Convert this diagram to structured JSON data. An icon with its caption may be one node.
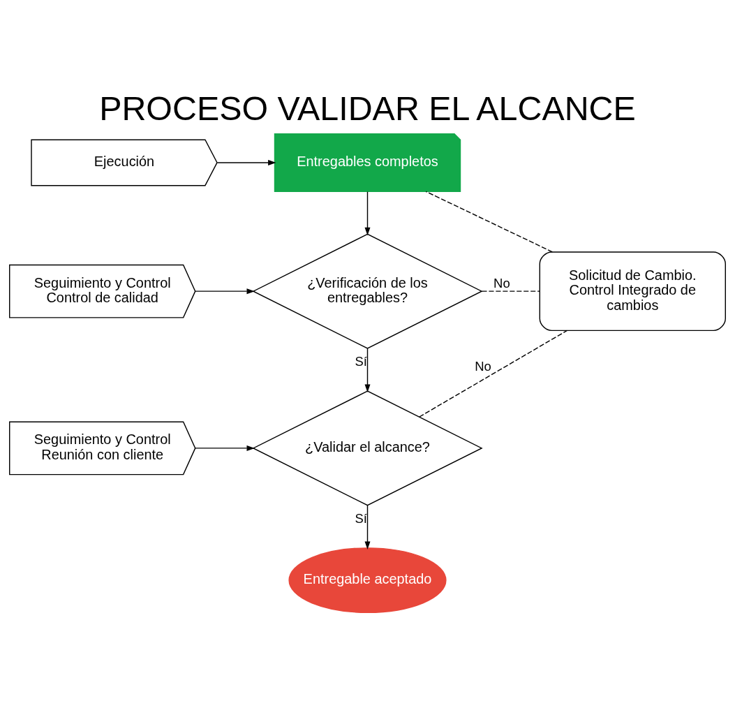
{
  "diagram": {
    "title": "PROCESO VALIDAR EL ALCANCE",
    "nodes": [
      {
        "text": [
          "Ejecución"
        ]
      },
      {
        "text": [
          "Entregables completos"
        ]
      },
      {
        "text": [
          "Seguimiento y Control Control de calidad"
        ]
      },
      {
        "text": [
          "¿Verificación de los entregables?"
        ]
      },
      {
        "text": [
          "Solicitud de Cambio. Control Integrado de cambios"
        ]
      },
      {
        "text": [
          "Seguimiento y Control Reunión con cliente"
        ]
      },
      {
        "text": [
          "¿Validar el alcance?"
        ]
      },
      {
        "text": [
          "Entregable aceptado"
        ]
      }
    ],
    "edges": [
      {
        "from": 0,
        "to": 1,
        "arrow": "to"
      },
      {
        "from": 1,
        "to": 3,
        "arrow": "to"
      },
      {
        "from": 2,
        "to": 3,
        "arrow": "to"
      },
      {
        "from": 3,
        "to": 4,
        "arrow": "none",
        "label": "No",
        "style": "dashed"
      },
      {
        "from": 3,
        "to": 6,
        "arrow": "to",
        "label": "Sí"
      },
      {
        "from": 5,
        "to": 6,
        "arrow": "to"
      },
      {
        "from": 6,
        "to": 4,
        "arrow": "none",
        "label": "No",
        "style": "dashed"
      },
      {
        "from": 4,
        "to": 1,
        "arrow": "none",
        "style": "dashed"
      },
      {
        "from": 6,
        "to": 7,
        "arrow": "to",
        "label": "Sí"
      }
    ]
  }
}
